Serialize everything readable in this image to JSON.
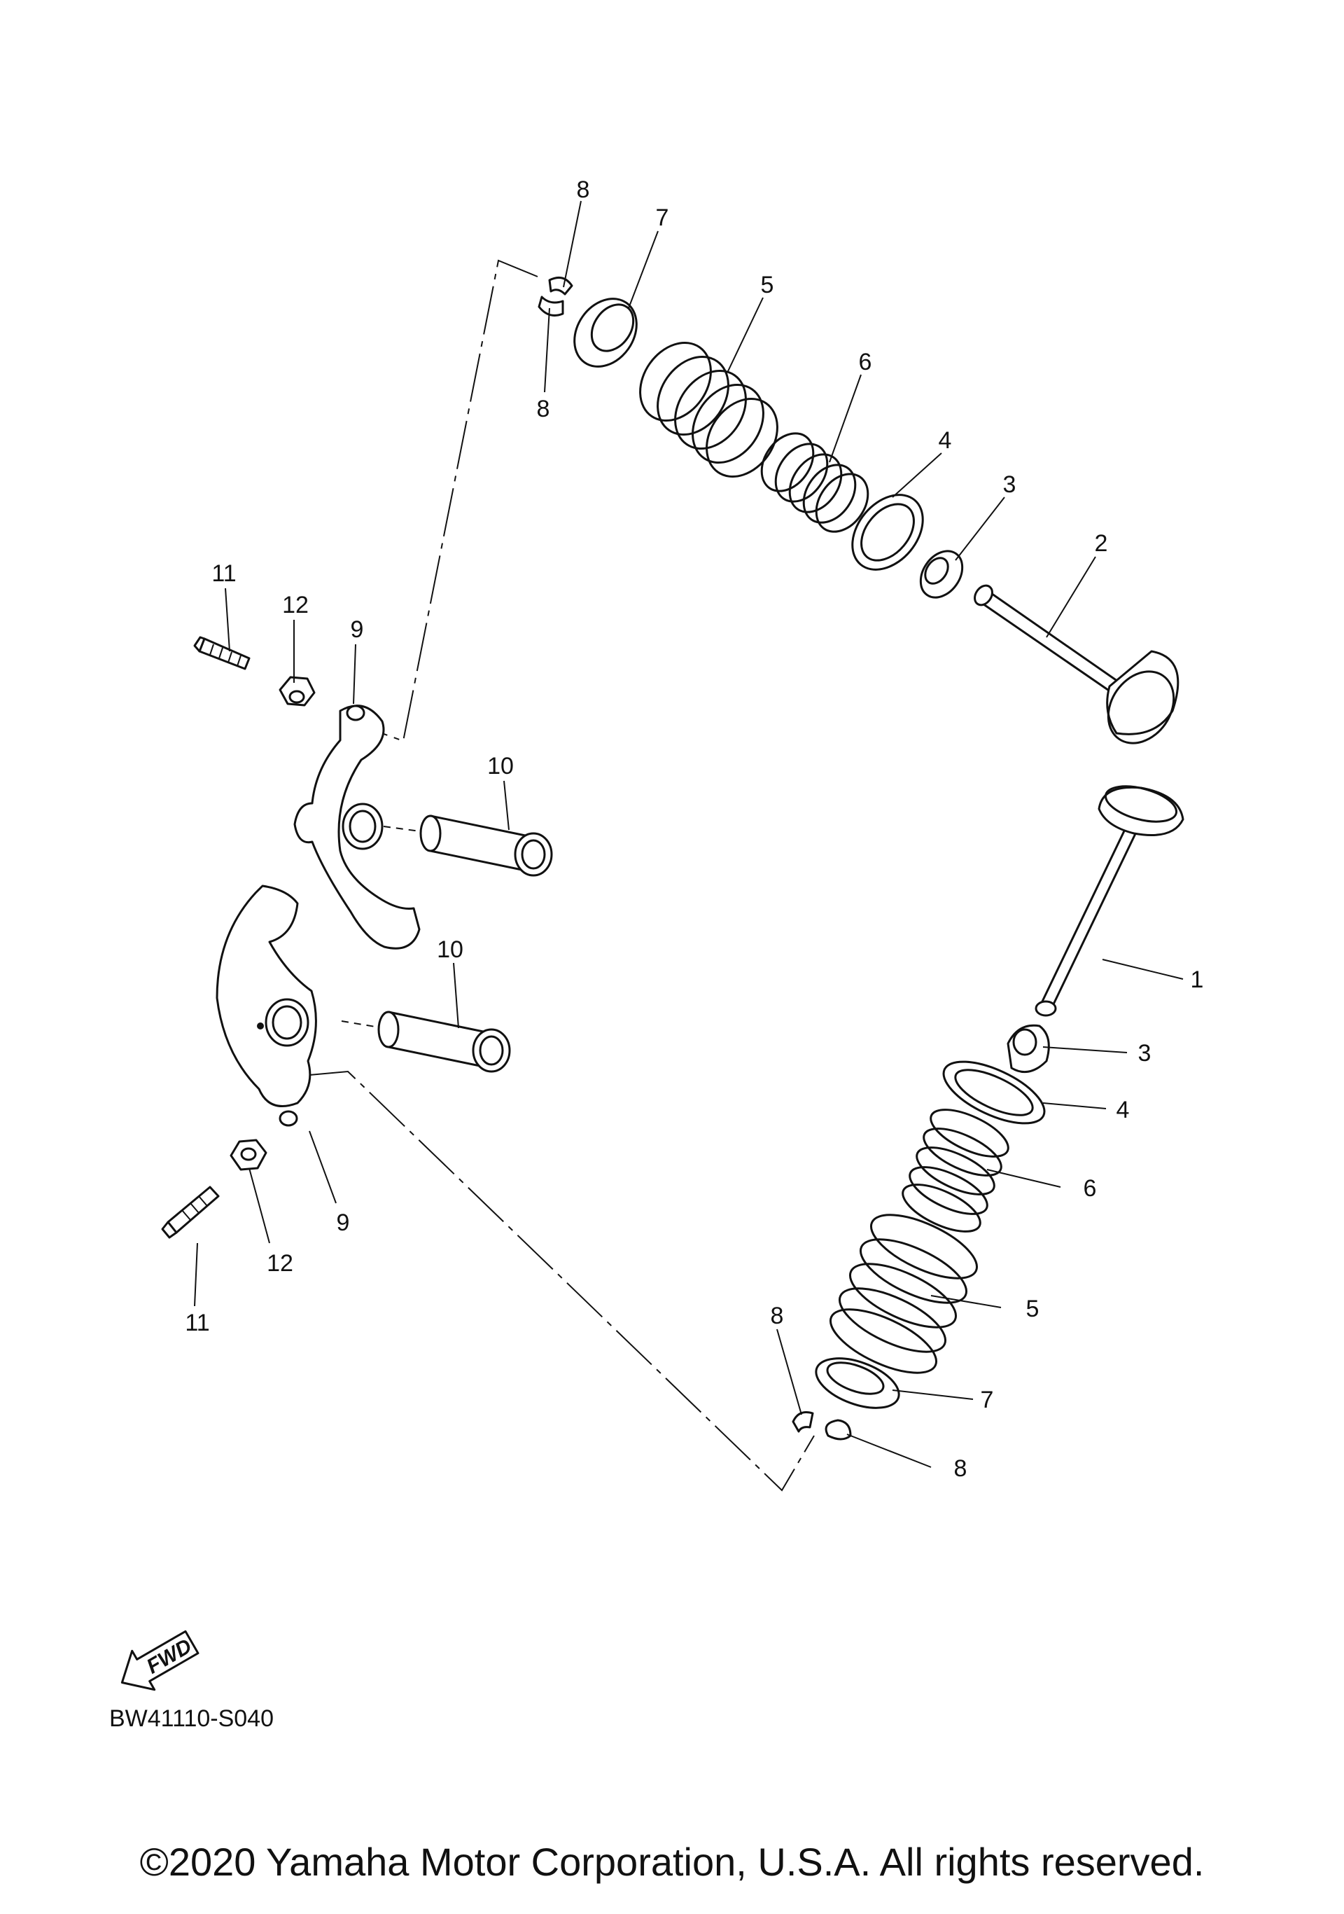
{
  "callouts": {
    "top": [
      "8",
      "7",
      "5",
      "6",
      "4",
      "3",
      "2",
      "8",
      "11",
      "12",
      "9",
      "10"
    ],
    "bottom": [
      "1",
      "3",
      "4",
      "10",
      "6",
      "9",
      "5",
      "12",
      "11",
      "8",
      "7",
      "8"
    ]
  },
  "fwd_label": "FWD",
  "diagram_code": "BW41110-S040",
  "copyright": "©2020 Yamaha Motor Corporation, U.S.A. All rights reserved."
}
